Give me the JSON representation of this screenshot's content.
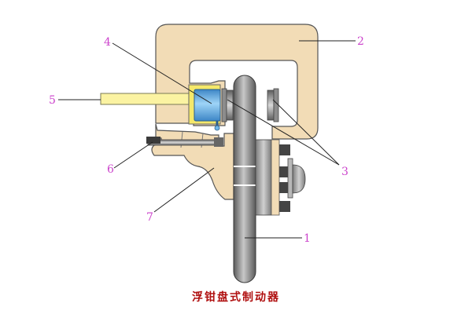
{
  "title": "浮钳盘式制动器",
  "labels": {
    "l1": "1",
    "l2": "2",
    "l3": "3",
    "l4": "4",
    "l5": "5",
    "l6": "6",
    "l7": "7"
  },
  "colors": {
    "caliper": "#f2dcb6",
    "caliper_stroke": "#555555",
    "disc": "#8a8a8a",
    "rod": "#fbf3a2",
    "piston": "#6fb6e8",
    "label_text": "#cc44cc",
    "leader": "#222222",
    "caption": "#b01010"
  }
}
